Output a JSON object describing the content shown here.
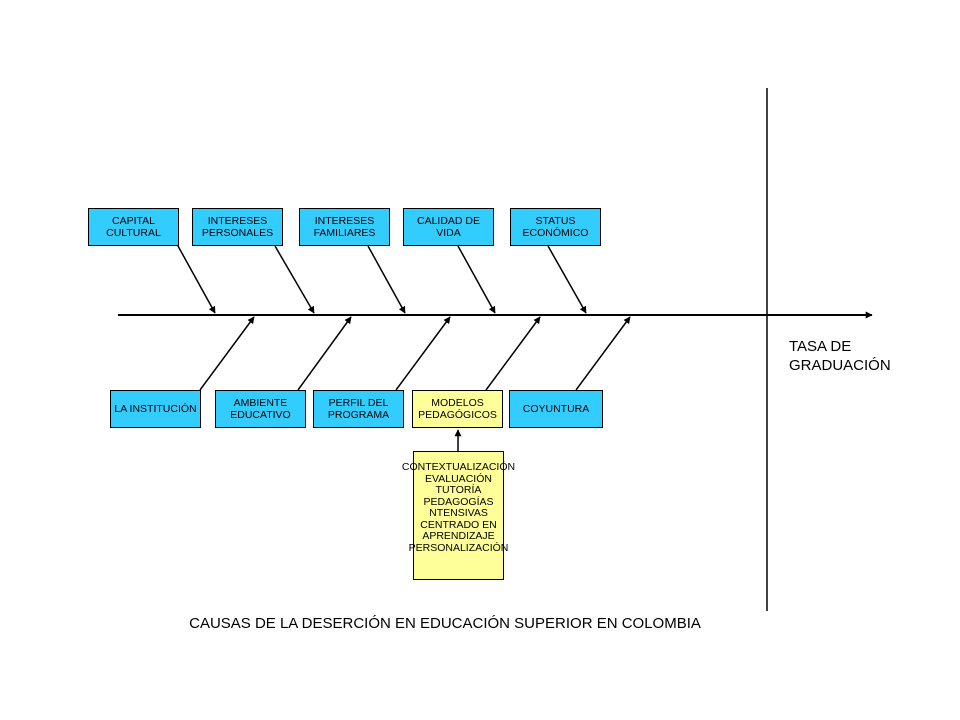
{
  "effect": "TASA DE\nGRADUACIÓN",
  "caption": "CAUSAS DE LA DESERCIÓN EN EDUCACIÓN SUPERIOR EN COLOMBIA",
  "top_causes": [
    "CAPITAL\nCULTURAL",
    "INTERESES\nPERSONALES",
    "INTERESES\nFAMILIARES",
    "CALIDAD DE\nVIDA",
    "STATUS\nECONÓMICO"
  ],
  "bottom_causes": [
    "LA INSTITUCIÓN",
    "AMBIENTE\nEDUCATIVO",
    "PERFIL DEL\nPROGRAMA",
    "MODELOS\nPEDAGÓGICOS",
    "COYUNTURA"
  ],
  "sub_causes": "CONTEXTUALIZACIÓN\nEVALUACIÓN\nTUTORÍA\nPEDAGOGÍAS\nNTENSIVAS\nCENTRADO EN\nAPRENDIZAJE\nPERSONALIZACIÓN",
  "colors": {
    "cause_box": "#33ccff",
    "highlight_box": "#ffff99",
    "line": "#000000"
  }
}
